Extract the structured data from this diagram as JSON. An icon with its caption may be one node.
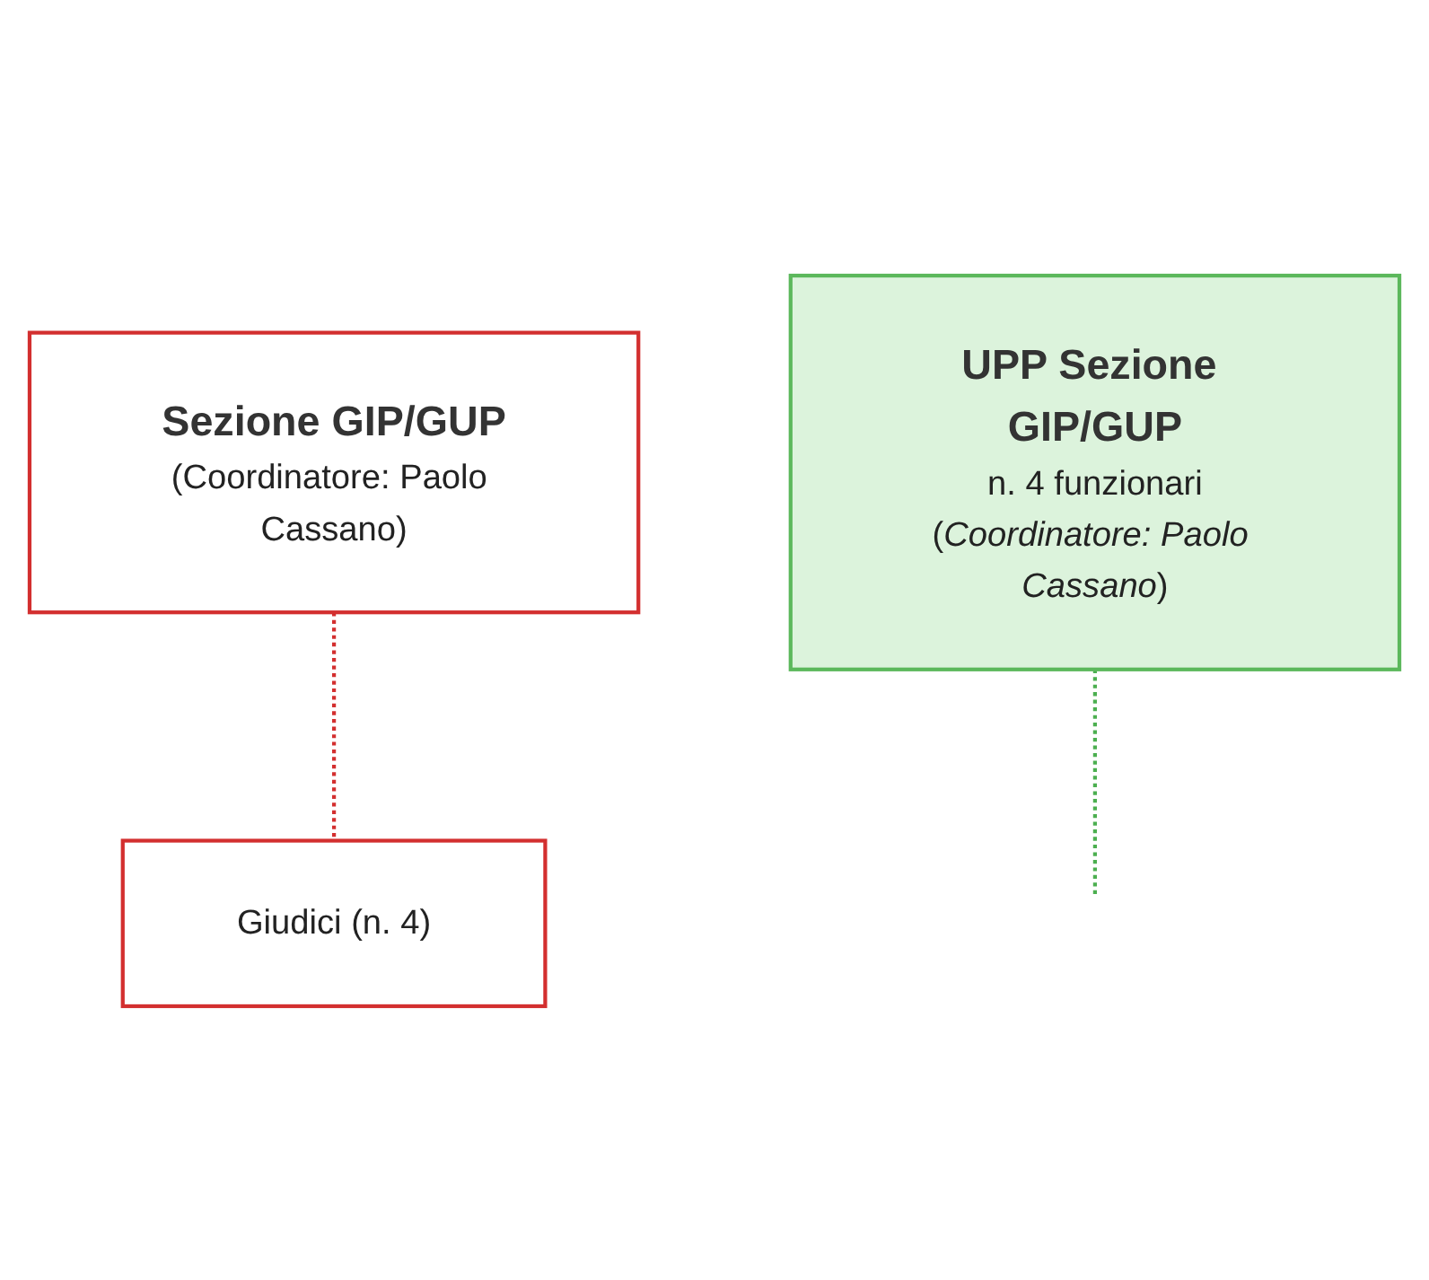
{
  "diagram": {
    "nodes": [
      {
        "text": [
          "Sezione GIP/GUP",
          "(Coordinatore: Paolo Cassano)"
        ]
      },
      {
        "text": [
          "UPP Sezione GIP/GUP",
          "n. 4 funzionari",
          "(*Coordinatore: Paolo Cassano*)"
        ]
      },
      {
        "text": [
          "Giudici (n. 4)"
        ]
      }
    ],
    "edges": [
      {
        "from": 0,
        "to": 2,
        "arrow": "none",
        "style": "dashed",
        "color": "#d32f2f"
      },
      {
        "from": 1,
        "to": null,
        "arrow": "none",
        "style": "dashed",
        "color": "#4caf50"
      }
    ]
  }
}
